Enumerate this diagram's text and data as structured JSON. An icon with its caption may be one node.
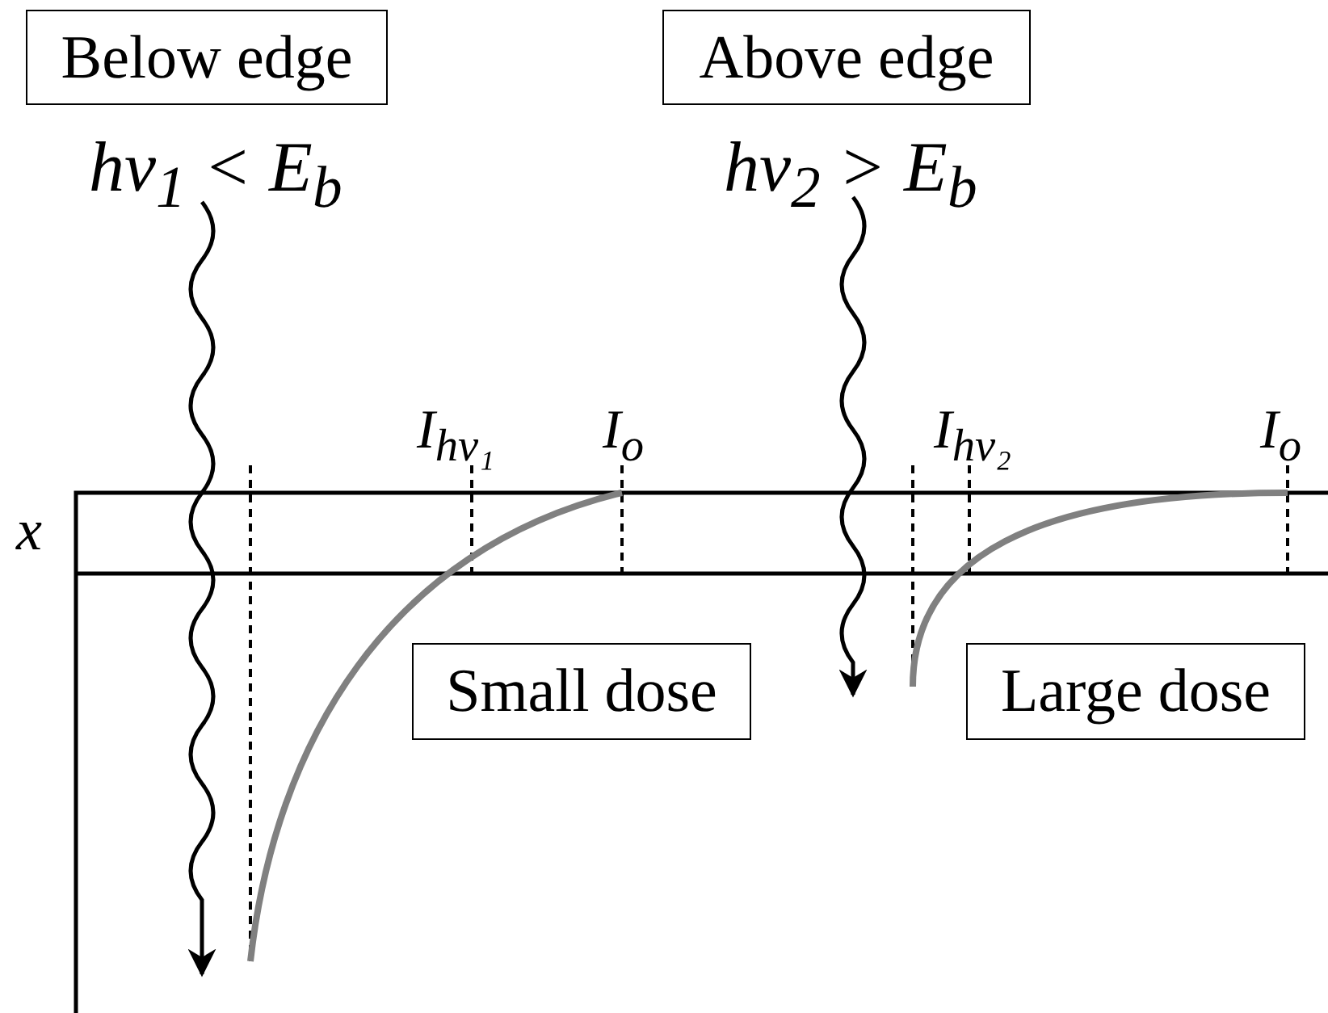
{
  "diagram": {
    "nodes": [
      {
        "text": [
          "Below edge"
        ]
      },
      {
        "text": [
          "Above edge"
        ]
      },
      {
        "text": [
          "Small dose"
        ]
      },
      {
        "text": [
          "Large dose"
        ]
      }
    ],
    "labels": [
      "hν$_{1}$ < E$_{b}$",
      "hν$_{2}$ > E$_{b}$",
      "I$_{hν₁}$",
      "I$_{o}$",
      "I$_{hν₂}$",
      "I$_{o}$",
      "x"
    ]
  }
}
